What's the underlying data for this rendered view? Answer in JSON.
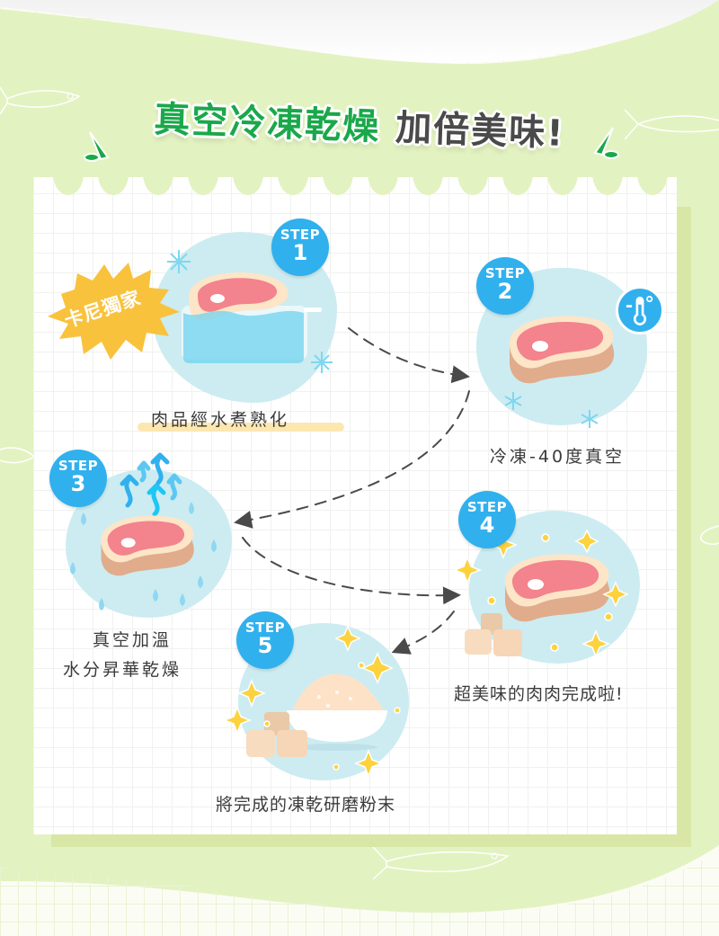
{
  "banner": {
    "title_green": "真空冷凍乾燥",
    "title_dark": "加倍美味!",
    "colors": {
      "green": "#1aa84a",
      "dark": "#4a4a4a",
      "background": "#e3f2c1"
    }
  },
  "exclusive_badge": {
    "label": "卡尼獨家",
    "color": "#f9c23c"
  },
  "steps": [
    {
      "badge_word": "STEP",
      "number": "1",
      "caption": "肉品經水煮熟化",
      "illustration": "meat-in-water-pot"
    },
    {
      "badge_word": "STEP",
      "number": "2",
      "caption": "冷凍-40度真空",
      "illustration": "frozen-meat-with-thermometer"
    },
    {
      "badge_word": "STEP",
      "number": "3",
      "caption_line1": "真空加溫",
      "caption_line2": "水分昇華乾燥",
      "illustration": "meat-with-rising-steam"
    },
    {
      "badge_word": "STEP",
      "number": "4",
      "caption": "超美味的肉肉完成啦!",
      "illustration": "sparkling-meat-with-cubes"
    },
    {
      "badge_word": "STEP",
      "number": "5",
      "caption": "將完成的凍乾研磨粉末",
      "illustration": "powder-bowl-with-cubes"
    }
  ],
  "colors": {
    "step_badge": "#31b0ee",
    "blob": "#ccecf1",
    "meat": "#f3838c",
    "meat_rim": "#fde5c8",
    "meat_side": "#e0ac8c",
    "sparkle": "#fdd23c",
    "arrow": "#4a4a4a"
  }
}
